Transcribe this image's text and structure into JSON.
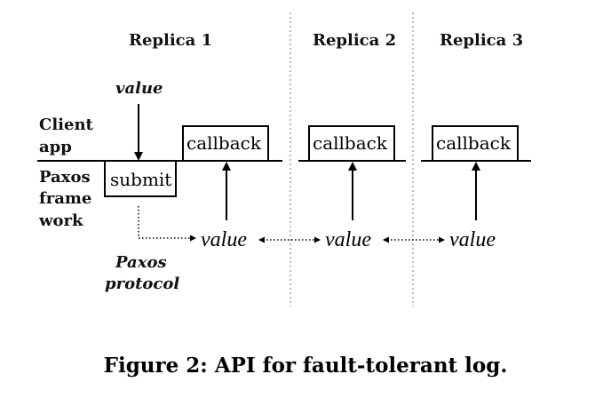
{
  "replicas": {
    "r1": "Replica 1",
    "r2": "Replica 2",
    "r3": "Replica 3"
  },
  "labels": {
    "value_top": "value",
    "client_app_line1": "Client",
    "client_app_line2": "app",
    "paxos_fw_line1": "Paxos",
    "paxos_fw_line2": "frame",
    "paxos_fw_line3": "work",
    "paxos_protocol_line1": "Paxos",
    "paxos_protocol_line2": "protocol"
  },
  "boxes": {
    "submit": "submit",
    "callback1": "callback",
    "callback2": "callback",
    "callback3": "callback"
  },
  "values": {
    "v1": "value",
    "v2": "value",
    "v3": "value"
  },
  "caption": "Figure 2:  API for fault-tolerant log."
}
